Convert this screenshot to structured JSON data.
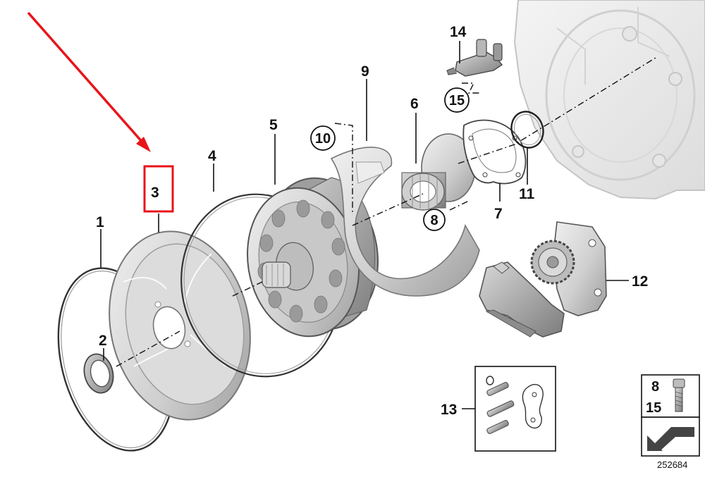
{
  "callouts": [
    {
      "id": "1",
      "label": "1"
    },
    {
      "id": "2",
      "label": "2"
    },
    {
      "id": "3",
      "label": "3"
    },
    {
      "id": "4",
      "label": "4"
    },
    {
      "id": "5",
      "label": "5"
    },
    {
      "id": "6",
      "label": "6"
    },
    {
      "id": "7",
      "label": "7"
    },
    {
      "id": "8",
      "label": "8"
    },
    {
      "id": "9",
      "label": "9"
    },
    {
      "id": "10",
      "label": "10"
    },
    {
      "id": "11",
      "label": "11"
    },
    {
      "id": "12",
      "label": "12"
    },
    {
      "id": "13",
      "label": "13"
    },
    {
      "id": "14",
      "label": "14"
    },
    {
      "id": "15",
      "label": "15"
    }
  ],
  "highlight": {
    "target": "3",
    "color": "#e8141b"
  },
  "reference_box": {
    "labels": [
      "8",
      "15"
    ]
  },
  "image_number": "252684",
  "colors": {
    "part_fill": "#d6d6d6",
    "part_dark": "#a8a8a8",
    "housing": "#ececec",
    "line": "#111111"
  }
}
